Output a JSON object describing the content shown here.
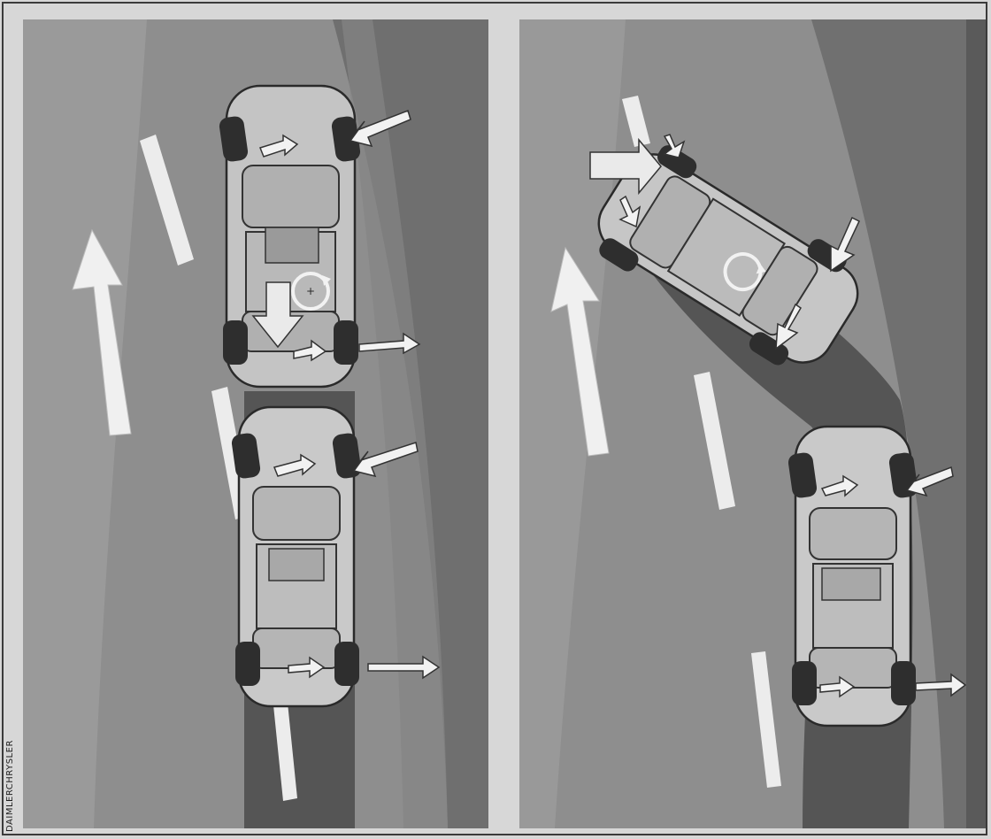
{
  "credit": {
    "text": "DAIMLERCHRYSLER"
  },
  "colors": {
    "road": "#8e8e8e",
    "road_dark": "#6f6f6f",
    "road_light": "#a3a3a3",
    "tire_track": "#555555",
    "lane_marking": "#ececec",
    "car_body": "#c9c9c9",
    "car_outline": "#2a2a2a",
    "tire": "#2e2e2e",
    "arrow": "#f2f2f2"
  },
  "panels": [
    {
      "name": "left",
      "scenario": "understeer-correction"
    },
    {
      "name": "right",
      "scenario": "oversteer-correction"
    }
  ]
}
